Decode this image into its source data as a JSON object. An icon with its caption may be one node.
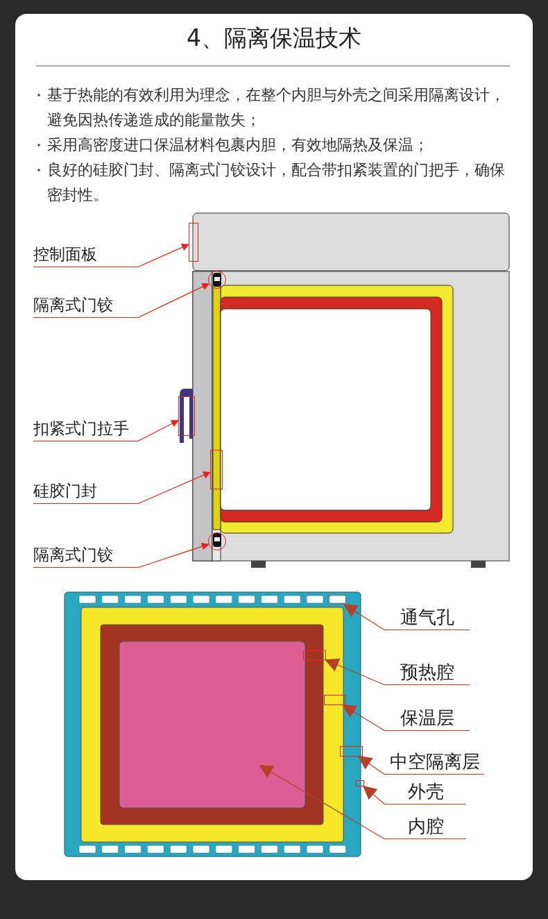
{
  "diagram": {
    "title": "4、隔离保温技术",
    "nodes": [
      {
        "text": [
          "控制面板"
        ]
      },
      {
        "text": [],
        "shape": "box"
      },
      {
        "text": [
          "隔离式门铰"
        ]
      },
      {
        "text": [],
        "shape": "circle"
      },
      {
        "text": [
          "扣紧式门拉手"
        ]
      },
      {
        "text": [],
        "shape": "box"
      },
      {
        "text": [
          "硅胶门封"
        ]
      },
      {
        "text": [],
        "shape": "box"
      },
      {
        "text": [
          "隔离式门铰"
        ]
      },
      {
        "text": [],
        "shape": "circle"
      },
      {
        "text": [
          "通气孔"
        ]
      },
      {
        "text": [],
        "shape": "box"
      },
      {
        "text": [
          "预热腔"
        ]
      },
      {
        "text": [],
        "shape": "box"
      },
      {
        "text": [
          "保温层"
        ]
      },
      {
        "text": [],
        "shape": "box"
      },
      {
        "text": [
          "中空隔离层"
        ]
      },
      {
        "text": [],
        "shape": "box"
      },
      {
        "text": [
          "外壳"
        ]
      },
      {
        "text": [],
        "shape": "box"
      },
      {
        "text": [
          "内腔"
        ]
      }
    ],
    "edges": [
      {
        "from": 0,
        "to": 1,
        "arrow": "to",
        "color": "#e8231c"
      },
      {
        "from": 2,
        "to": 3,
        "arrow": "to",
        "color": "#e8231c"
      },
      {
        "from": 4,
        "to": 5,
        "arrow": "to",
        "color": "#e8231c"
      },
      {
        "from": 6,
        "to": 7,
        "arrow": "to",
        "color": "#e8231c"
      },
      {
        "from": 8,
        "to": 9,
        "arrow": "to",
        "color": "#e8231c"
      },
      {
        "from": 10,
        "to": 11,
        "arrow": "to"
      },
      {
        "from": 12,
        "to": 13,
        "arrow": "to"
      },
      {
        "from": 14,
        "to": 15,
        "arrow": "to"
      },
      {
        "from": 16,
        "to": 17,
        "arrow": "to"
      },
      {
        "from": 18,
        "to": 19,
        "arrow": "to"
      },
      {
        "from": 20,
        "to": null,
        "arrow": "to"
      }
    ],
    "labels": [
      "基于热能的有效利用为理念，在整个内胆与外壳之间采用隔离设计，避免因热传递造成的能量散失；",
      "采用高密度进口保温材料包裹内胆，有效地隔热及保温；",
      "良好的硅胶门封、隔离式门铰设计，配合带扣紧装置的门把手，确保密封性。"
    ]
  }
}
